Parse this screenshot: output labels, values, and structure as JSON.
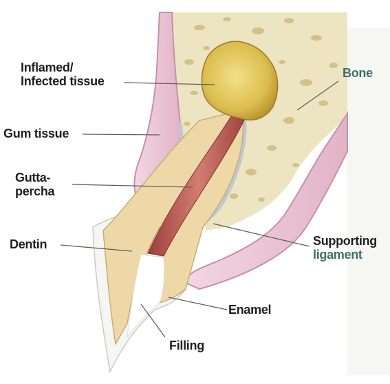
{
  "labels": {
    "inflamed_line1": "Inflamed/",
    "inflamed_line2": "Infected tissue",
    "bone": "Bone",
    "gum": "Gum tissue",
    "gutta_line1": "Gutta-",
    "gutta_line2": "percha",
    "dentin": "Dentin",
    "supporting_line1": "Supporting",
    "supporting_line2": "ligament",
    "enamel": "Enamel",
    "filling": "Filling"
  },
  "colors": {
    "gum": "#e9c3d3",
    "gum_edge": "#c790ab",
    "bone": "#ede4c2",
    "bone_spots": "#d6c68f",
    "dentin": "#eed8a8",
    "pulp_canal": "#b9564f",
    "infection": "#e1c55c",
    "enamel": "#f5f6f3",
    "leader_line": "#5a5a5a",
    "label_text": "#1f1f1f",
    "label_accent": "#3f6f66"
  }
}
